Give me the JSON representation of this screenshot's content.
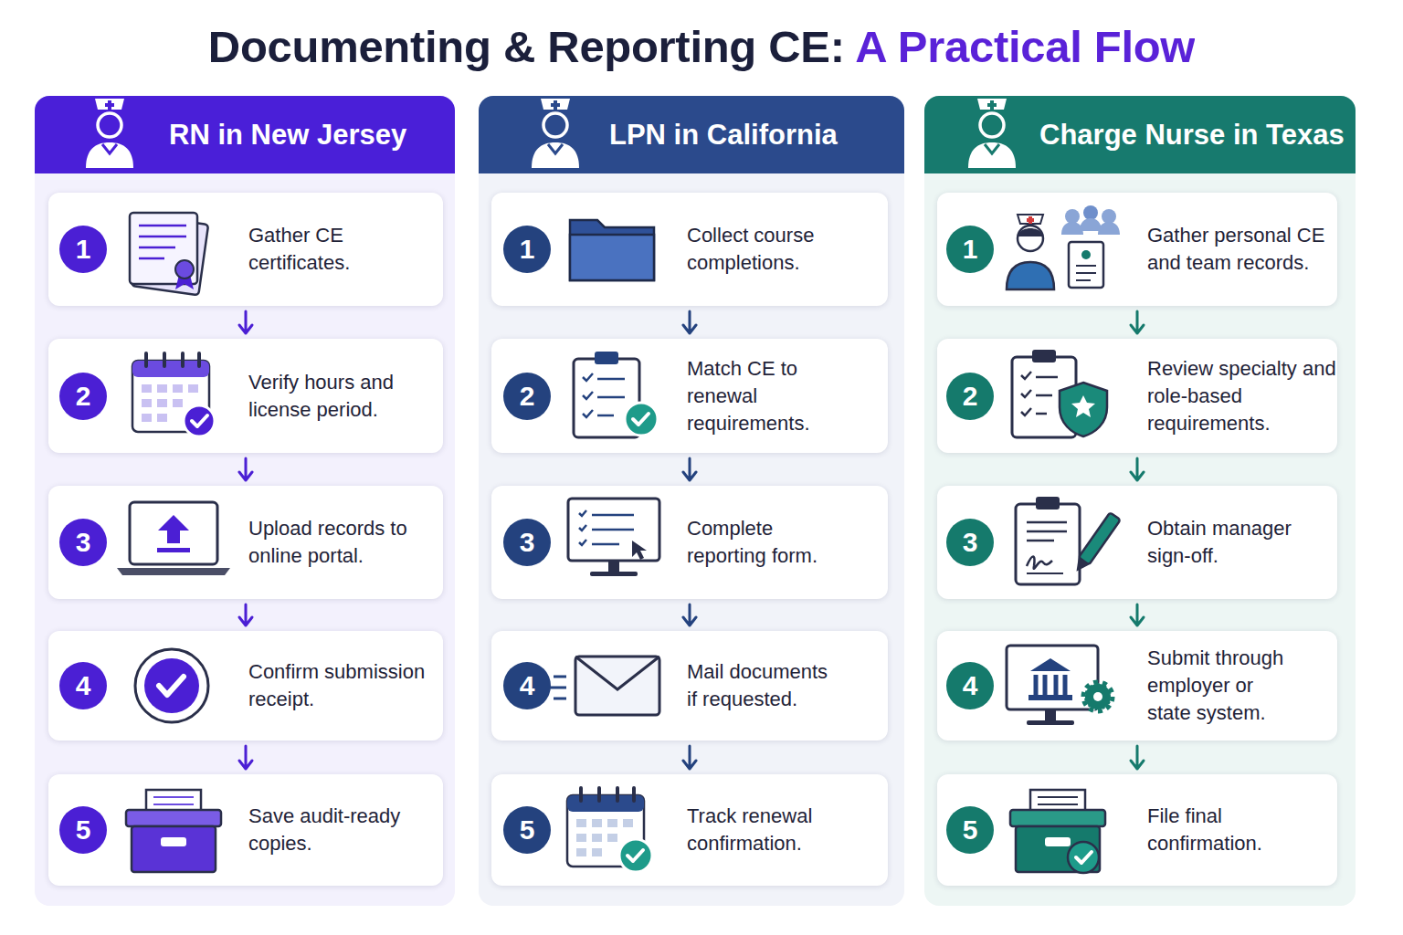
{
  "diagram": {
    "title": "Documenting & Reporting CE: A Practical Flow",
    "nodes": [
      {
        "text": [
          "RN in New Jersey"
        ]
      },
      {
        "text": [
          "1",
          "Gather CE certificates."
        ],
        "in": 0
      },
      {
        "text": [
          "2",
          "Verify hours and license period."
        ],
        "in": 0
      },
      {
        "text": [
          "3",
          "Upload records to online portal."
        ],
        "in": 0
      },
      {
        "text": [
          "4",
          "Confirm submission receipt."
        ],
        "in": 0
      },
      {
        "text": [
          "5",
          "Save audit-ready copies."
        ],
        "in": 0
      },
      {
        "text": [
          "LPN in California"
        ]
      },
      {
        "text": [
          "1",
          "Collect course completions."
        ],
        "in": 6
      },
      {
        "text": [
          "2",
          "Match CE to renewal requirements."
        ],
        "in": 6
      },
      {
        "text": [
          "3",
          "Complete reporting form."
        ],
        "in": 6
      },
      {
        "text": [
          "4",
          "Mail documents if requested."
        ],
        "in": 6
      },
      {
        "text": [
          "5",
          "Track renewal confirmation."
        ],
        "in": 6
      },
      {
        "text": [
          "Charge Nurse in Texas"
        ]
      },
      {
        "text": [
          "1",
          "Gather personal CE and team records."
        ],
        "in": 12
      },
      {
        "text": [
          "2",
          "Review specialty and role-based requirements."
        ],
        "in": 12
      },
      {
        "text": [
          "3",
          "Obtain manager sign-off."
        ],
        "in": 12
      },
      {
        "text": [
          "4",
          "Submit through employer or state system."
        ],
        "in": 12
      },
      {
        "text": [
          "5",
          "File final confirmation."
        ],
        "in": 12
      }
    ],
    "edges": [
      {
        "from": 1,
        "to": 2,
        "arrow": "to"
      },
      {
        "from": 2,
        "to": 3,
        "arrow": "to"
      },
      {
        "from": 3,
        "to": 4,
        "arrow": "to"
      },
      {
        "from": 4,
        "to": 5,
        "arrow": "to"
      },
      {
        "from": 7,
        "to": 8,
        "arrow": "to"
      },
      {
        "from": 8,
        "to": 9,
        "arrow": "to"
      },
      {
        "from": 9,
        "to": 10,
        "arrow": "to"
      },
      {
        "from": 10,
        "to": 11,
        "arrow": "to"
      },
      {
        "from": 13,
        "to": 14,
        "arrow": "to"
      },
      {
        "from": 14,
        "to": 15,
        "arrow": "to"
      },
      {
        "from": 15,
        "to": 16,
        "arrow": "to"
      },
      {
        "from": 16,
        "to": 17,
        "arrow": "to"
      }
    ]
  }
}
